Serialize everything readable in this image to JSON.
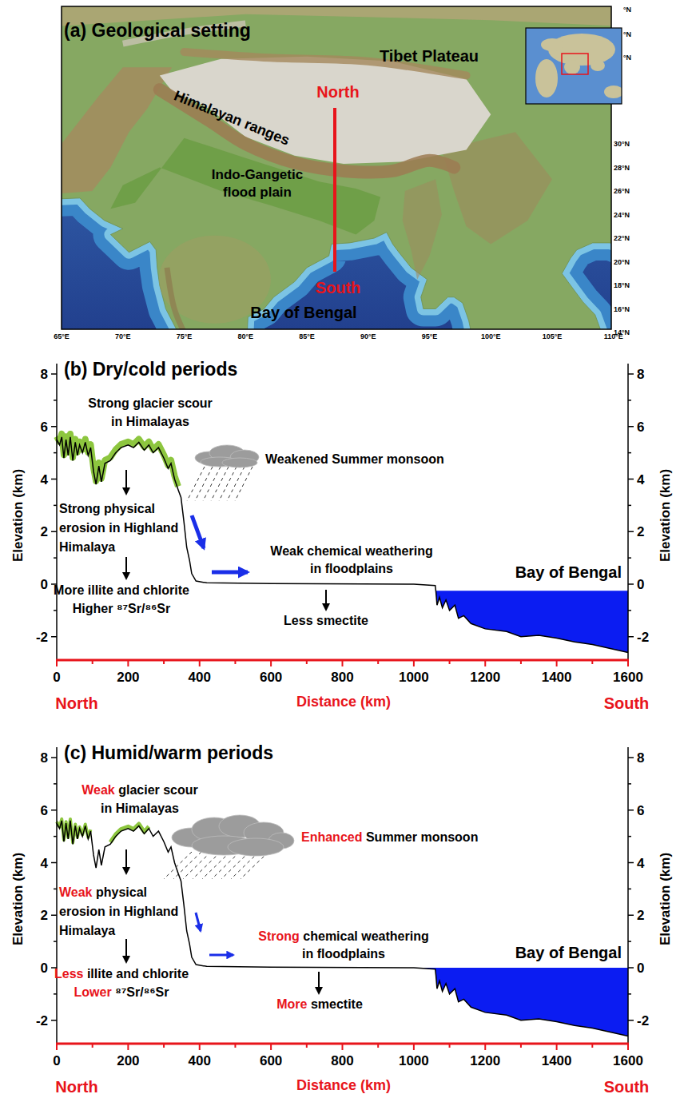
{
  "diagram": {
    "labels": [
      "(a) Geological setting",
      "Tibet Plateau",
      "Himalayan ranges",
      "North",
      "Indo-Gangetic flood plain",
      "South",
      "Bay of Bengal",
      "30°N",
      "28°N",
      "26°N",
      "24°N",
      "22°N",
      "20°N",
      "18°N",
      "16°N",
      "14°N",
      "65°E",
      "70°E",
      "75°E",
      "80°E",
      "85°E",
      "90°E",
      "95°E",
      "100°E",
      "105°E",
      "110°E",
      "°N",
      "°N",
      "°N",
      "(b) Dry/cold periods",
      "Strong glacier scour in Himalayas",
      "Weakened Summer monsoon",
      "Strong physical erosion in Highland Himalaya",
      "Weak chemical weathering in floodplains",
      "More illite and chlorite",
      "Higher ⁸⁷Sr/⁸⁶Sr",
      "Less smectite",
      "Bay of Bengal",
      "Elevation (km)",
      "Elevation (km)",
      "Distance (km)",
      "North",
      "South",
      "8",
      "6",
      "4",
      "2",
      "0",
      "-2",
      "8",
      "6",
      "4",
      "2",
      "0",
      "-2",
      "0",
      "200",
      "400",
      "600",
      "800",
      "1000",
      "1200",
      "1400",
      "1600",
      "(c) Humid/warm periods",
      "Weak",
      "glacier scour in Himalayas",
      "Enhanced",
      "Summer monsoon",
      "Weak",
      "physical erosion in Highland Himalaya",
      "Strong",
      "chemical weathering in floodplains",
      "Less",
      "illite and chlorite",
      "Lower",
      "⁸⁷Sr/⁸⁶Sr",
      "More",
      "smectite",
      "Bay of Bengal",
      "Elevation (km)",
      "Elevation (km)",
      "Distance (km)",
      "North",
      "South",
      "8",
      "6",
      "4",
      "2",
      "0",
      "-2",
      "8",
      "6",
      "4",
      "2",
      "0",
      "-2",
      "0",
      "200",
      "400",
      "600",
      "800",
      "1000",
      "1200",
      "1400",
      "1600"
    ]
  }
}
